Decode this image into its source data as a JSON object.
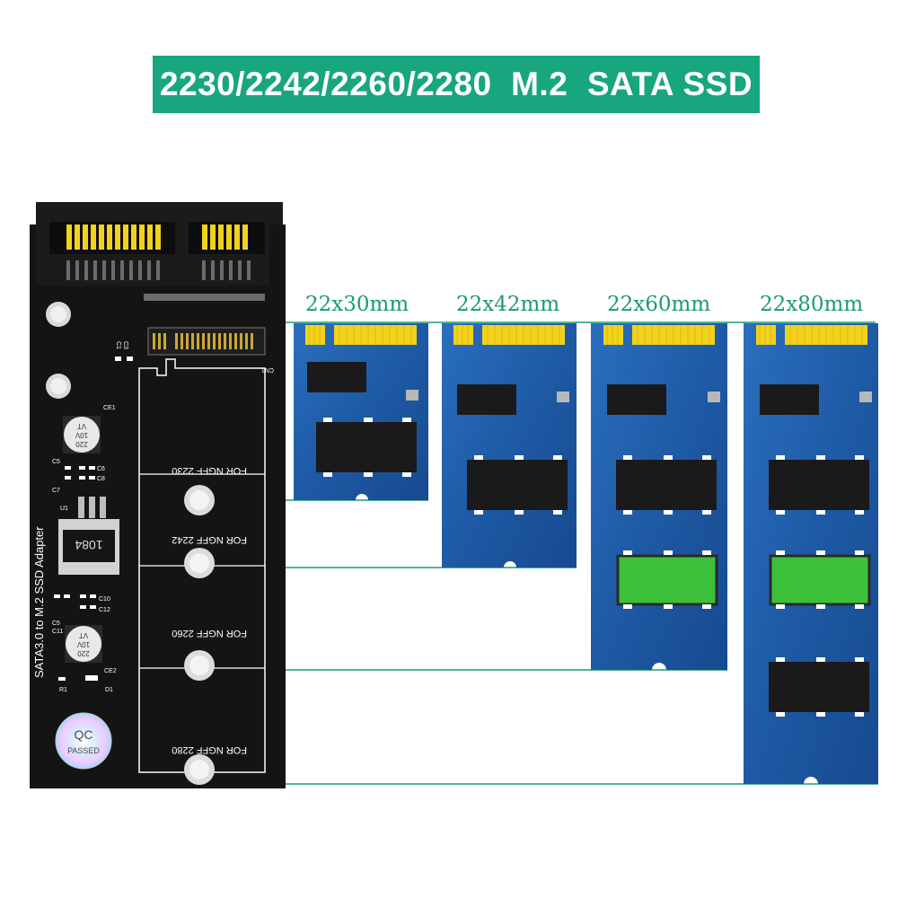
{
  "banner": {
    "title": "2230/2242/2260/2280  M.2  SATA SSD"
  },
  "size_labels": [
    "22x30mm",
    "22x42mm",
    "22x60mm",
    "22x80mm"
  ],
  "adapter": {
    "board_name": "SATA3.0  to  M.2  SSD  Adapter",
    "slots": [
      "FOR  NGFF  2230",
      "FOR  NGFF  2242",
      "FOR  NGFF  2260",
      "FOR  NGFF  2280"
    ],
    "connector_label": "CN1",
    "chip_label": "1084",
    "components": {
      "c3": "C3",
      "c1": "C1",
      "ce1": "CE1",
      "ce2": "CE2",
      "c5": "C5",
      "c6": "C6",
      "c7": "C7",
      "c8": "C8",
      "u1": "U1",
      "c10": "C10",
      "c12": "C12",
      "c5b": "C5",
      "c11": "C11",
      "r1": "R1",
      "d1": "D1",
      "cap_rating": [
        "220",
        "10V",
        "VT"
      ]
    },
    "qc_badge": {
      "line1": "QC",
      "line2": "PASSED"
    }
  },
  "colors": {
    "banner": "#18a67f",
    "guide_line": "#1a9b74",
    "pcb_black": "#141414",
    "ssd_blue": "#1e5fa8",
    "gold": "#f2d21c",
    "green_chip": "#3cc03a"
  }
}
